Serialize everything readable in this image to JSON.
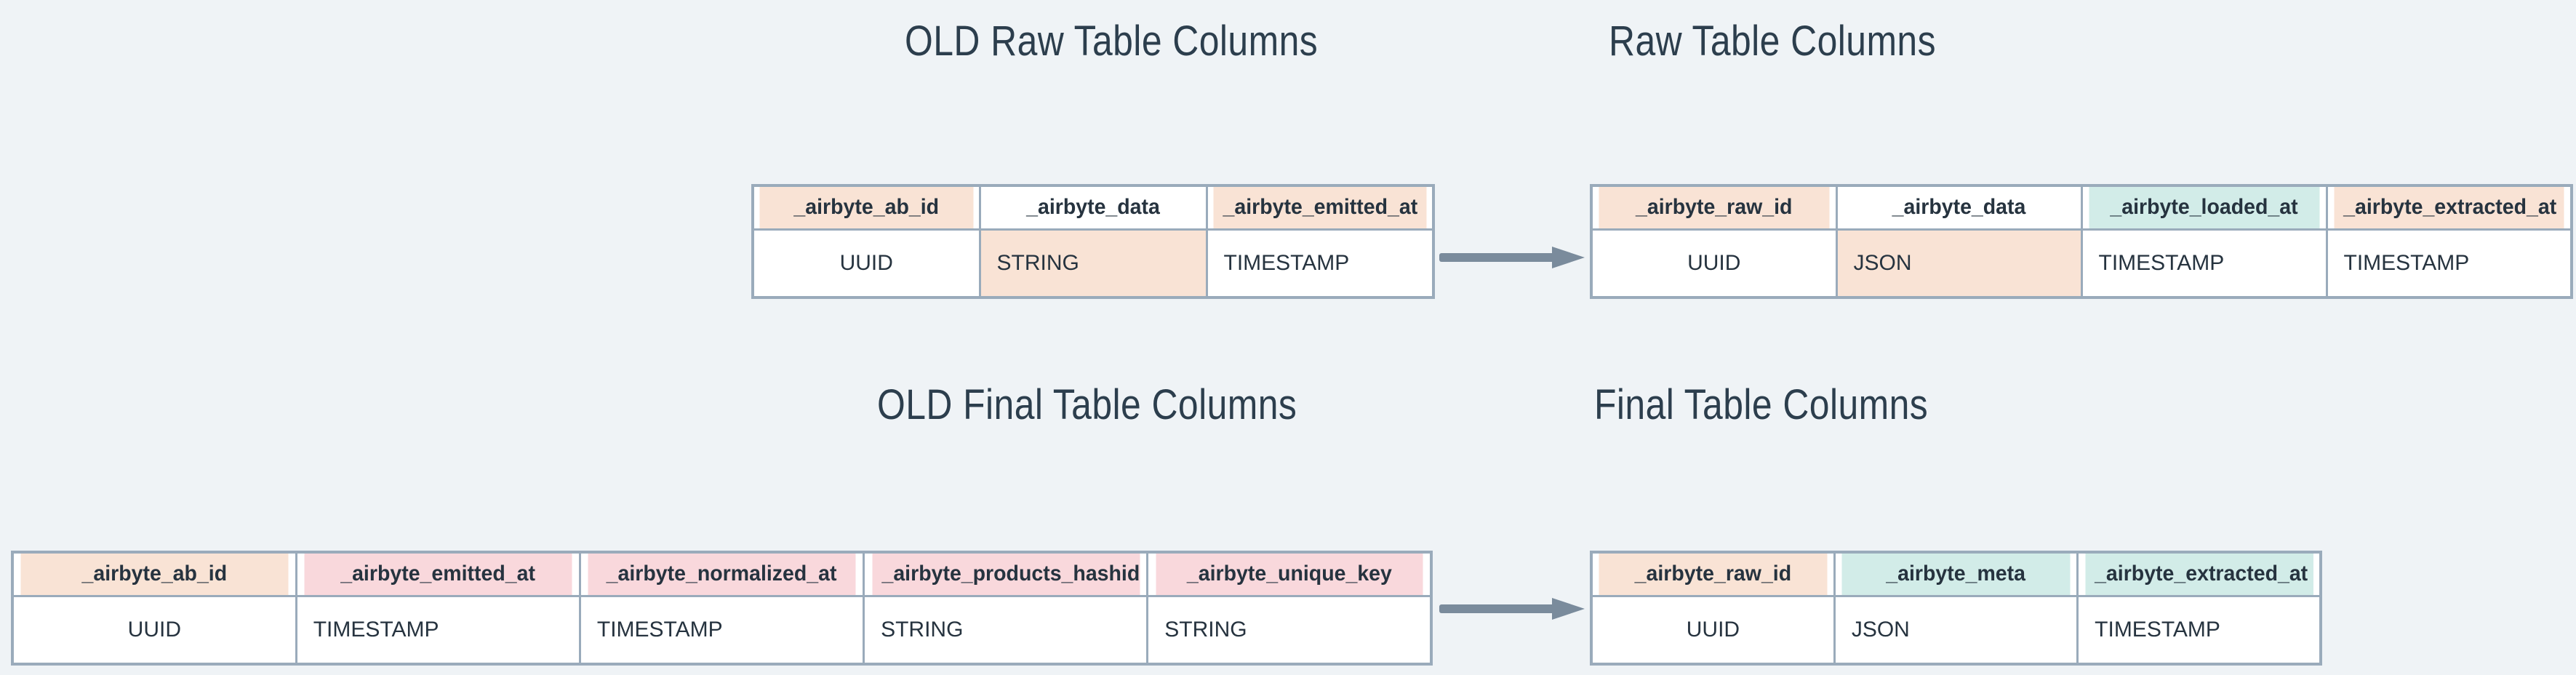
{
  "background_color": "#eff3f6",
  "palette": {
    "border": "#9aabbb",
    "text": "#26333f",
    "title": "#2c3e4d",
    "peach": "#f9e3d5",
    "pink": "#f9d8dc",
    "mint": "#d2ece8",
    "white": "#ffffff",
    "arrow": "#7a8b9c"
  },
  "titles": {
    "old_raw": "OLD Raw Table Columns",
    "new_raw": "Raw Table Columns",
    "old_final": "OLD Final Table Columns",
    "new_final": "Final Table Columns"
  },
  "arrows": {
    "raw_label": "transforms-to-arrow",
    "final_label": "transforms-to-arrow"
  },
  "tables": {
    "old_raw": {
      "title_ref": "OLD Raw Table Columns",
      "columns": [
        {
          "name": "_airbyte_ab_id",
          "type": "UUID",
          "header_fill": "peach",
          "cell_fill": "white"
        },
        {
          "name": "_airbyte_data",
          "type": "STRING",
          "header_fill": "white",
          "cell_fill": "peach"
        },
        {
          "name": "_airbyte_emitted_at",
          "type": "TIMESTAMP",
          "header_fill": "peach",
          "cell_fill": "white"
        }
      ]
    },
    "new_raw": {
      "title_ref": "Raw Table Columns",
      "columns": [
        {
          "name": "_airbyte_raw_id",
          "type": "UUID",
          "header_fill": "peach",
          "cell_fill": "white"
        },
        {
          "name": "_airbyte_data",
          "type": "JSON",
          "header_fill": "white",
          "cell_fill": "peach"
        },
        {
          "name": "_airbyte_loaded_at",
          "type": "TIMESTAMP",
          "header_fill": "mint",
          "cell_fill": "white"
        },
        {
          "name": "_airbyte_extracted_at",
          "type": "TIMESTAMP",
          "header_fill": "peach",
          "cell_fill": "white"
        }
      ]
    },
    "old_final": {
      "title_ref": "OLD Final Table Columns",
      "columns": [
        {
          "name": "_airbyte_ab_id",
          "type": "UUID",
          "header_fill": "peach",
          "cell_fill": "white"
        },
        {
          "name": "_airbyte_emitted_at",
          "type": "TIMESTAMP",
          "header_fill": "pink",
          "cell_fill": "white"
        },
        {
          "name": "_airbyte_normalized_at",
          "type": "TIMESTAMP",
          "header_fill": "pink",
          "cell_fill": "white"
        },
        {
          "name": "_airbyte_products_hashid",
          "type": "STRING",
          "header_fill": "pink",
          "cell_fill": "white"
        },
        {
          "name": "_airbyte_unique_key",
          "type": "STRING",
          "header_fill": "pink",
          "cell_fill": "white"
        }
      ]
    },
    "new_final": {
      "title_ref": "Final Table Columns",
      "columns": [
        {
          "name": "_airbyte_raw_id",
          "type": "UUID",
          "header_fill": "peach",
          "cell_fill": "white"
        },
        {
          "name": "_airbyte_meta",
          "type": "JSON",
          "header_fill": "mint",
          "cell_fill": "white"
        },
        {
          "name": "_airbyte_extracted_at",
          "type": "TIMESTAMP",
          "header_fill": "mint",
          "cell_fill": "white"
        }
      ]
    }
  }
}
